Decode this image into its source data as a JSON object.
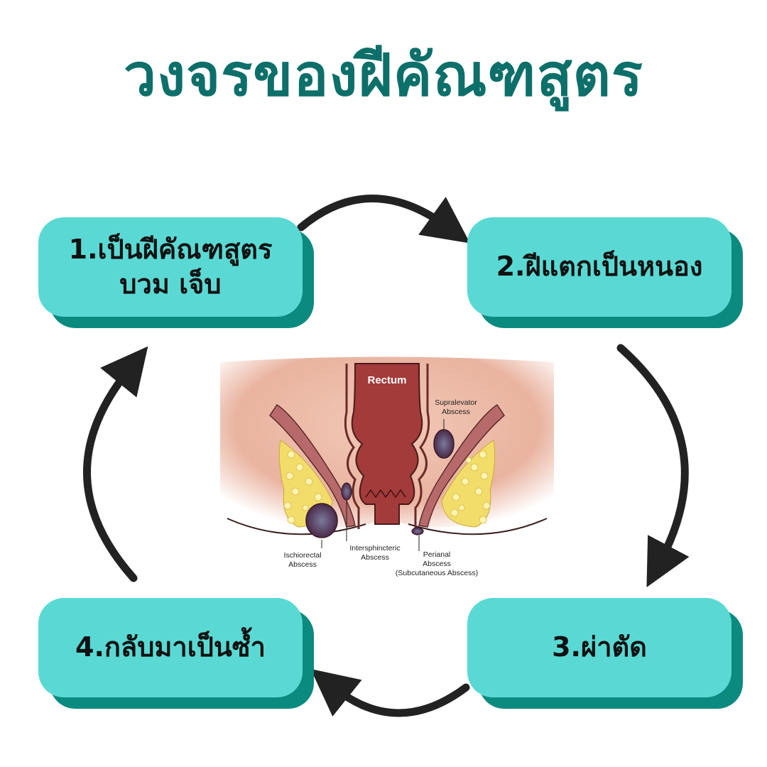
{
  "title": "วงจรของฝีคัณฑสูตร",
  "colors": {
    "title": "#0d6f6a",
    "box_face": "#5ad9d4",
    "box_shadow": "#0b8a7f",
    "arrow": "#222222"
  },
  "steps": [
    {
      "lines": [
        "1.เป็นฝีคัณฑสูตร",
        "บวม เจ็บ"
      ]
    },
    {
      "lines": [
        "2.ฝีแตกเป็นหนอง"
      ]
    },
    {
      "lines": [
        "3.ผ่าตัด"
      ]
    },
    {
      "lines": [
        "4.กลับมาเป็นซ้ำ"
      ]
    }
  ],
  "illustration": {
    "labels": {
      "rectum": "Rectum",
      "supralevator": [
        "Supralevator",
        "Abscess"
      ],
      "ischiorectal": [
        "Ischiorectal",
        "Abscess"
      ],
      "intersphincteric": [
        "Intersphincteric",
        "Abscess"
      ],
      "perianal": [
        "Perianal",
        "Abscess",
        "(Subcutaneous Abscess)"
      ]
    }
  }
}
